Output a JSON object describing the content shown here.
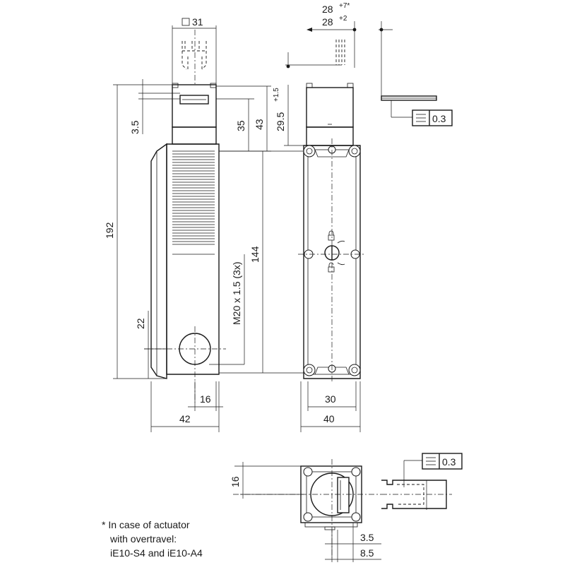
{
  "dimensions": {
    "square_31": "31",
    "actuator_28_a": "28",
    "actuator_28_a_tol": "+7*",
    "actuator_28_b": "28",
    "actuator_28_b_tol": "+2",
    "d_3_5_side": "3.5",
    "d_35": "35",
    "d_43": "43",
    "d_29_5": "29.5",
    "d_29_5_tol": "+1.5",
    "d_192": "192",
    "d_144": "144",
    "thread": "M20 x 1.5 (3x)",
    "d_22": "22",
    "d_16_bottom": "16",
    "d_42": "42",
    "d_30": "30",
    "d_40": "40",
    "d_16_top_view": "16",
    "d_3_5_bottom": "3.5",
    "d_8_5": "8.5"
  },
  "tolerances": {
    "flatness_top": "0.3",
    "flatness_bottom": "0.3"
  },
  "footnote": {
    "line1": "* In case of actuator",
    "line2": "with overtravel:",
    "line3": "iE10-S4 and iE10-A4"
  }
}
